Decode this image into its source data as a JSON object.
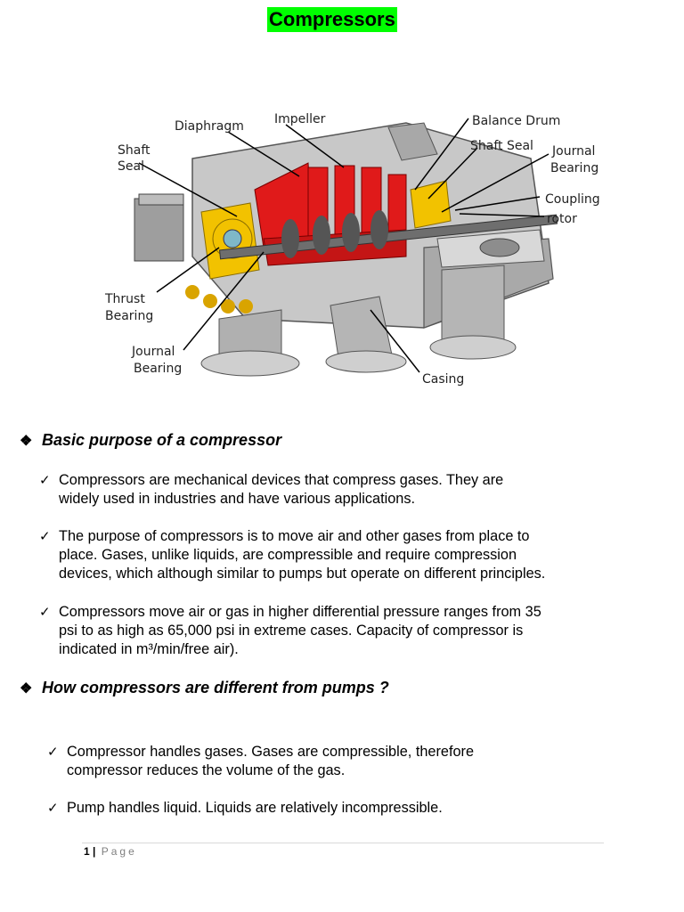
{
  "document": {
    "title": "Compressors"
  },
  "figure": {
    "labels": {
      "diaphragm": "Diaphragm",
      "impeller": "Impeller",
      "balance_drum": "Balance Drum",
      "shaft_seal_left_1": "Shaft",
      "shaft_seal_left_2": "Seal",
      "shaft_seal_right": "Shaft Seal",
      "journal_bearing_right_1": "Journal",
      "journal_bearing_right_2": "Bearing",
      "coupling": "Coupling",
      "rotor": "rotor",
      "thrust_bearing_1": "Thrust",
      "thrust_bearing_2": "Bearing",
      "journal_bearing_left_1": "Journal",
      "journal_bearing_left_2": "Bearing",
      "casing": "Casing"
    },
    "colors": {
      "casing": "#bfbfbf",
      "impeller": "#e01a1a",
      "bearing": "#f2c200",
      "shaft": "#6e6e6e"
    }
  },
  "sections": [
    {
      "heading": "Basic purpose of a compressor",
      "bullets": [
        {
          "line1": "Compressors are mechanical devices that compress gases. They are",
          "line2": "widely used in industries and have various applications."
        },
        {
          "line1": "The purpose of compressors is to move air and other gases from place to",
          "line2": "place. Gases, unlike liquids, are compressible and require compression",
          "line3": "devices, which although similar to pumps but operate on different principles."
        },
        {
          "line1": "Compressors move air or gas in higher differential pressure ranges from 35",
          "line2": "psi to as high as 65,000 psi in extreme cases. Capacity of compressor is",
          "line3": "indicated in m³/min/free air)."
        }
      ]
    },
    {
      "heading": "How compressors are different from pumps ?",
      "bullets": [
        {
          "line1": "Compressor handles gases. Gases are compressible, therefore",
          "line2": "compressor  reduces the volume of the gas."
        },
        {
          "line1": "Pump handles liquid. Liquids are relatively incompressible."
        }
      ]
    }
  ],
  "footer": {
    "page_number": "1",
    "separator": "|",
    "page_word": "Page"
  }
}
